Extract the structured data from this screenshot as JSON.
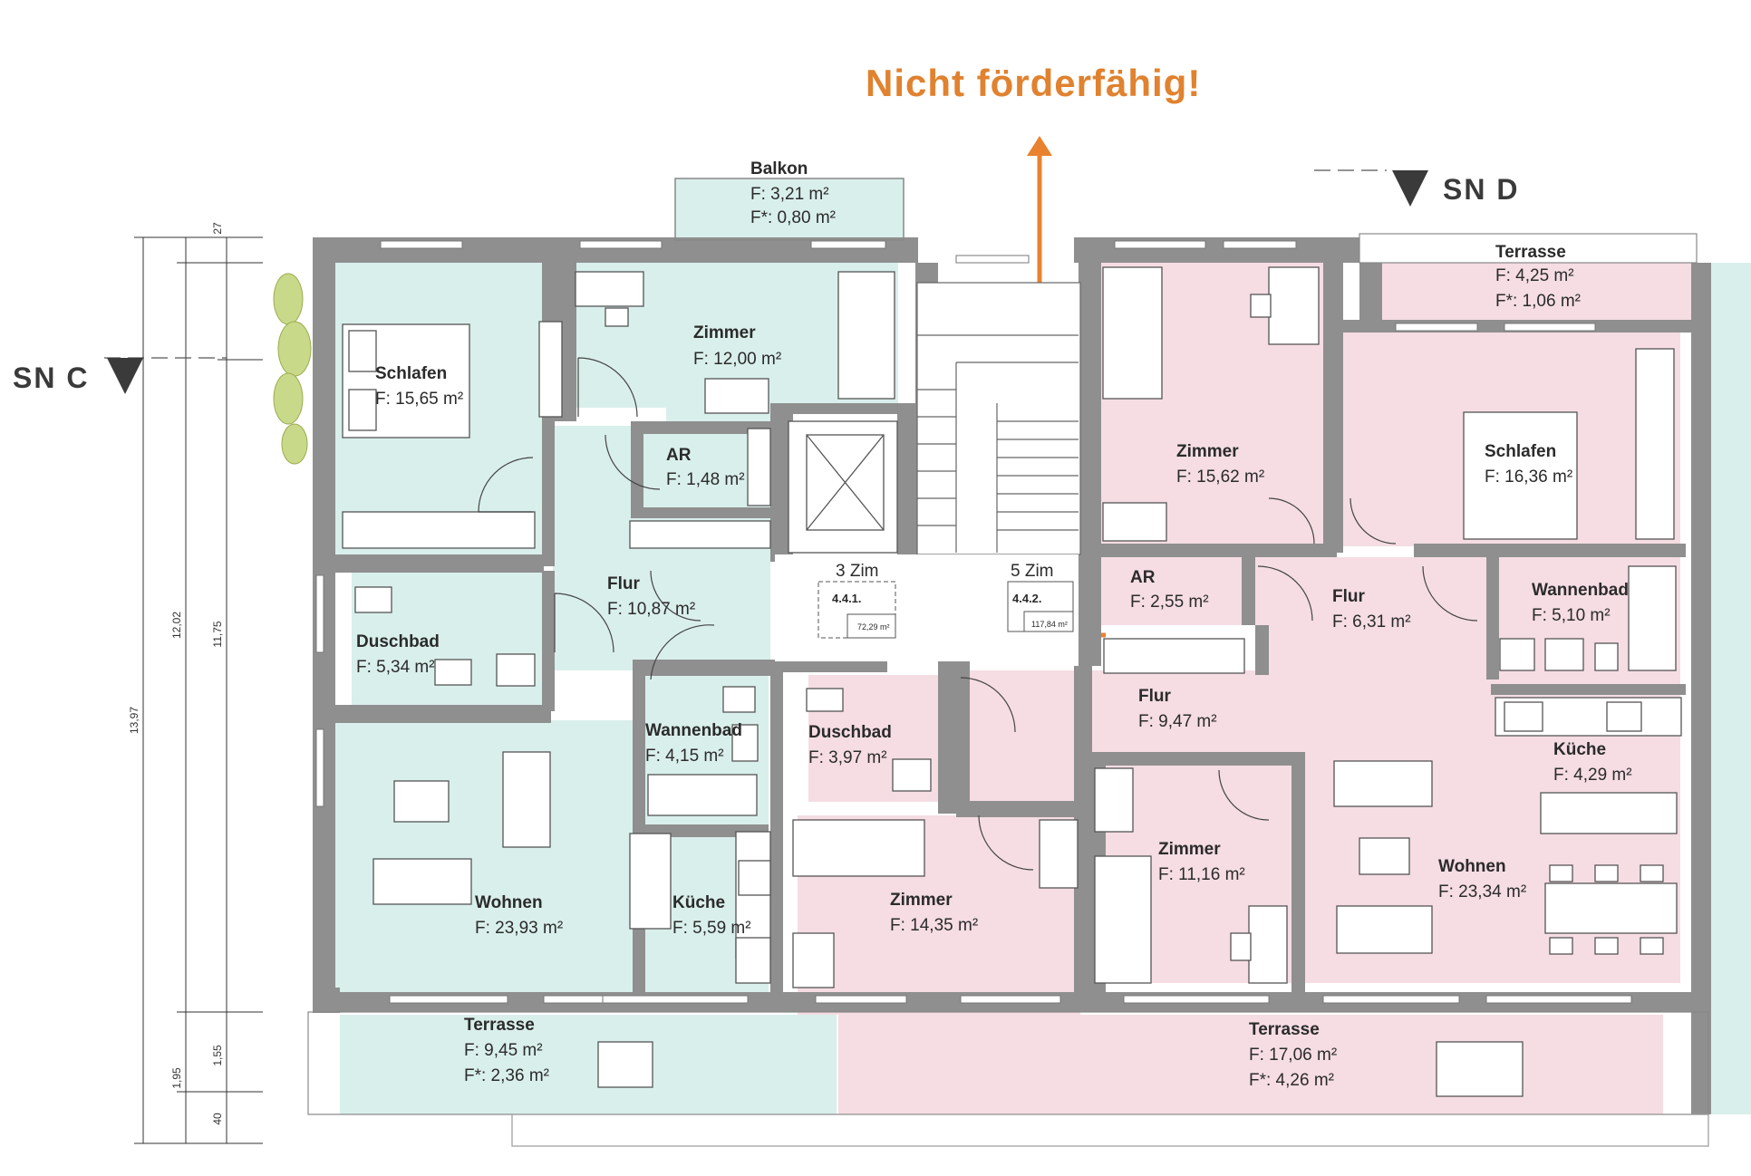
{
  "banner": "Nicht förderfähig!",
  "colors": {
    "unit_left": "#d9efeb",
    "unit_right": "#f5dde3",
    "wall": "#8f8f8f",
    "accent": "#e8822e"
  },
  "section_markers": {
    "left": "SN C",
    "right": "SN D"
  },
  "units": {
    "left": {
      "code": "4.4.1.",
      "rooms_label": "3 Zim",
      "area": "72,29 m²"
    },
    "right": {
      "code": "4.4.2.",
      "rooms_label": "5 Zim",
      "area": "117,84 m²"
    }
  },
  "rooms": {
    "balkon": {
      "name": "Balkon",
      "area": "F:  3,21 m²",
      "area2": "F*: 0,80 m²"
    },
    "schlafen_l": {
      "name": "Schlafen",
      "area": "F: 15,65 m²"
    },
    "zimmer_12": {
      "name": "Zimmer",
      "area": "F: 12,00 m²"
    },
    "ar_l": {
      "name": "AR",
      "area": "F: 1,48 m²"
    },
    "flur_l": {
      "name": "Flur",
      "area": "F: 10,87 m²"
    },
    "duschbad_l": {
      "name": "Duschbad",
      "area": "F:  5,34 m²"
    },
    "wannenbad_l": {
      "name": "Wannenbad",
      "area": "F:    4,15 m²"
    },
    "wohnen_l": {
      "name": "Wohnen",
      "area": "F: 23,93 m²"
    },
    "kueche_l": {
      "name": "Küche",
      "area": "F: 5,59 m²"
    },
    "terrasse_l": {
      "name": "Terrasse",
      "area": "F:  9,45 m²",
      "area2": "F*: 2,36 m²"
    },
    "terrasse_top": {
      "name": "Terrasse",
      "area": "F:  4,25 m²",
      "area2": "F*: 1,06 m²"
    },
    "zimmer_15": {
      "name": "Zimmer",
      "area": "F: 15,62 m²"
    },
    "schlafen_r": {
      "name": "Schlafen",
      "area": "F: 16,36 m²"
    },
    "ar_r": {
      "name": "AR",
      "area": "F: 2,55 m²"
    },
    "flur_631": {
      "name": "Flur",
      "area": "F: 6,31 m²"
    },
    "wannenbad_r": {
      "name": "Wannenbad",
      "area": "F:    5,10 m²"
    },
    "duschbad_r": {
      "name": "Duschbad",
      "area": "F:  3,97 m²"
    },
    "flur_947": {
      "name": "Flur",
      "area": "F: 9,47 m²"
    },
    "kueche_r": {
      "name": "Küche",
      "area": "F: 4,29 m²"
    },
    "zimmer_11": {
      "name": "Zimmer",
      "area": "F: 11,16 m²"
    },
    "zimmer_14": {
      "name": "Zimmer",
      "area": "F: 14,35 m²"
    },
    "wohnen_r": {
      "name": "Wohnen",
      "area": "F: 23,34 m²"
    },
    "terrasse_r": {
      "name": "Terrasse",
      "area": "F: 17,06 m²",
      "area2": "F*: 4,26 m²"
    }
  },
  "dimensions": {
    "total": "13,97",
    "inner_a": "12,02",
    "inner_b": "11,75",
    "top": "27",
    "lower_a": "1,95",
    "lower_b": "1,55",
    "lower_c": "40"
  }
}
